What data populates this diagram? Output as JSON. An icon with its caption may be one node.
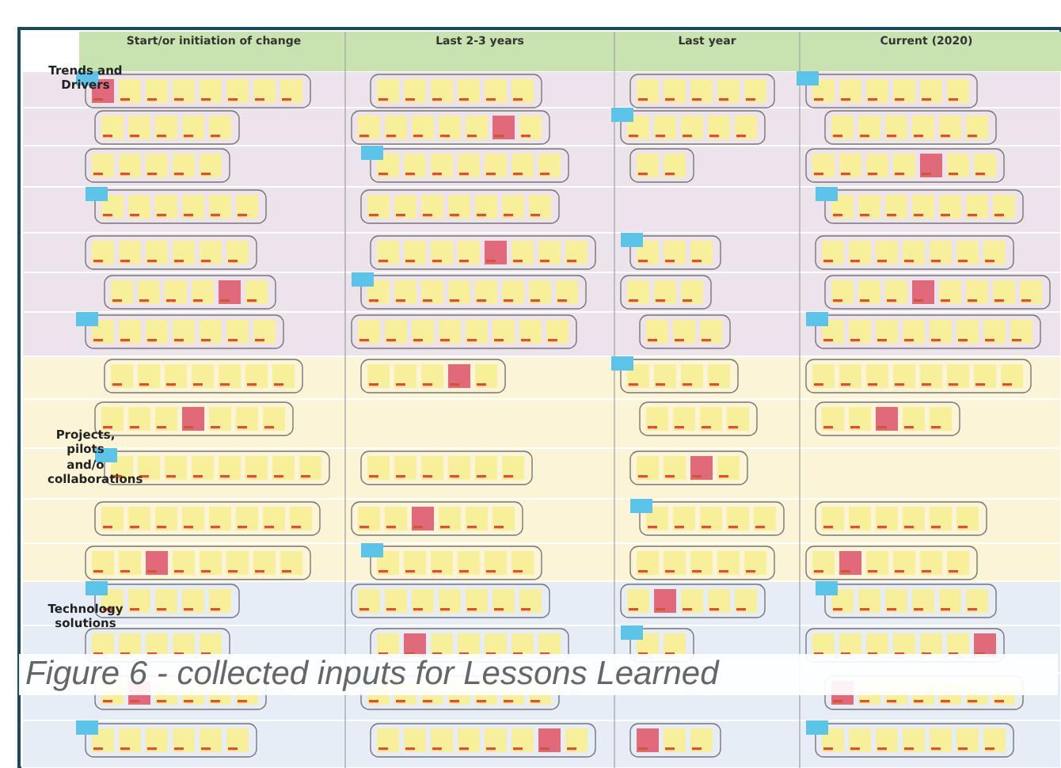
{
  "diagram": {
    "caption": "Figure 6 - collected inputs for Lessons Learned",
    "labels": [
      "Start/or initiation of change",
      "Last 2-3 years",
      "Last year",
      "Current (2020)",
      "Trends and Drivers",
      "Projects, pilots and/o collaborations",
      "Technology solutions"
    ]
  }
}
